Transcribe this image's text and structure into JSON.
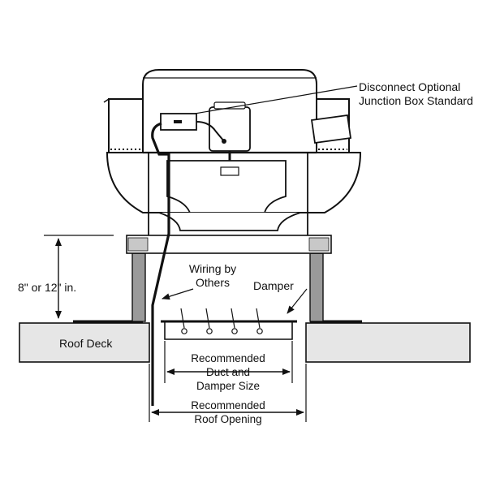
{
  "labels": {
    "disconnect_line1": "Disconnect Optional",
    "disconnect_line2": "Junction Box Standard",
    "wiring_line1": "Wiring by",
    "wiring_line2": "Others",
    "damper": "Damper",
    "height": "8\" or 12\" in.",
    "roof_deck": "Roof Deck",
    "duct_line1": "Recommended",
    "duct_line2": "Duct and",
    "duct_line3": "Damper Size",
    "opening_line1": "Recommended",
    "opening_line2": "Roof Opening"
  },
  "colors": {
    "ink": "#111111",
    "roof_fill": "#e6e6e6",
    "curb_fill": "#9a9a9a",
    "hood_fill": "#ffffff"
  }
}
